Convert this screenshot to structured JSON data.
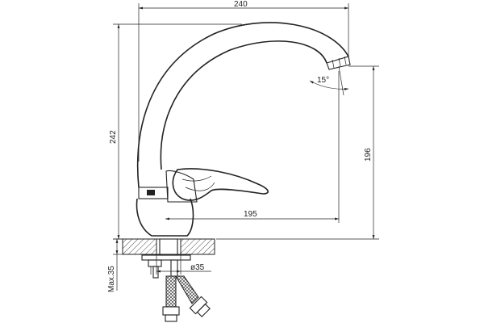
{
  "dimensions": {
    "overall_width": "240",
    "overall_height": "242",
    "spout_height": "196",
    "spout_reach": "195",
    "hole_diameter": "ø35",
    "max_counter_thickness": "Max.35",
    "spout_angle": "15°"
  }
}
